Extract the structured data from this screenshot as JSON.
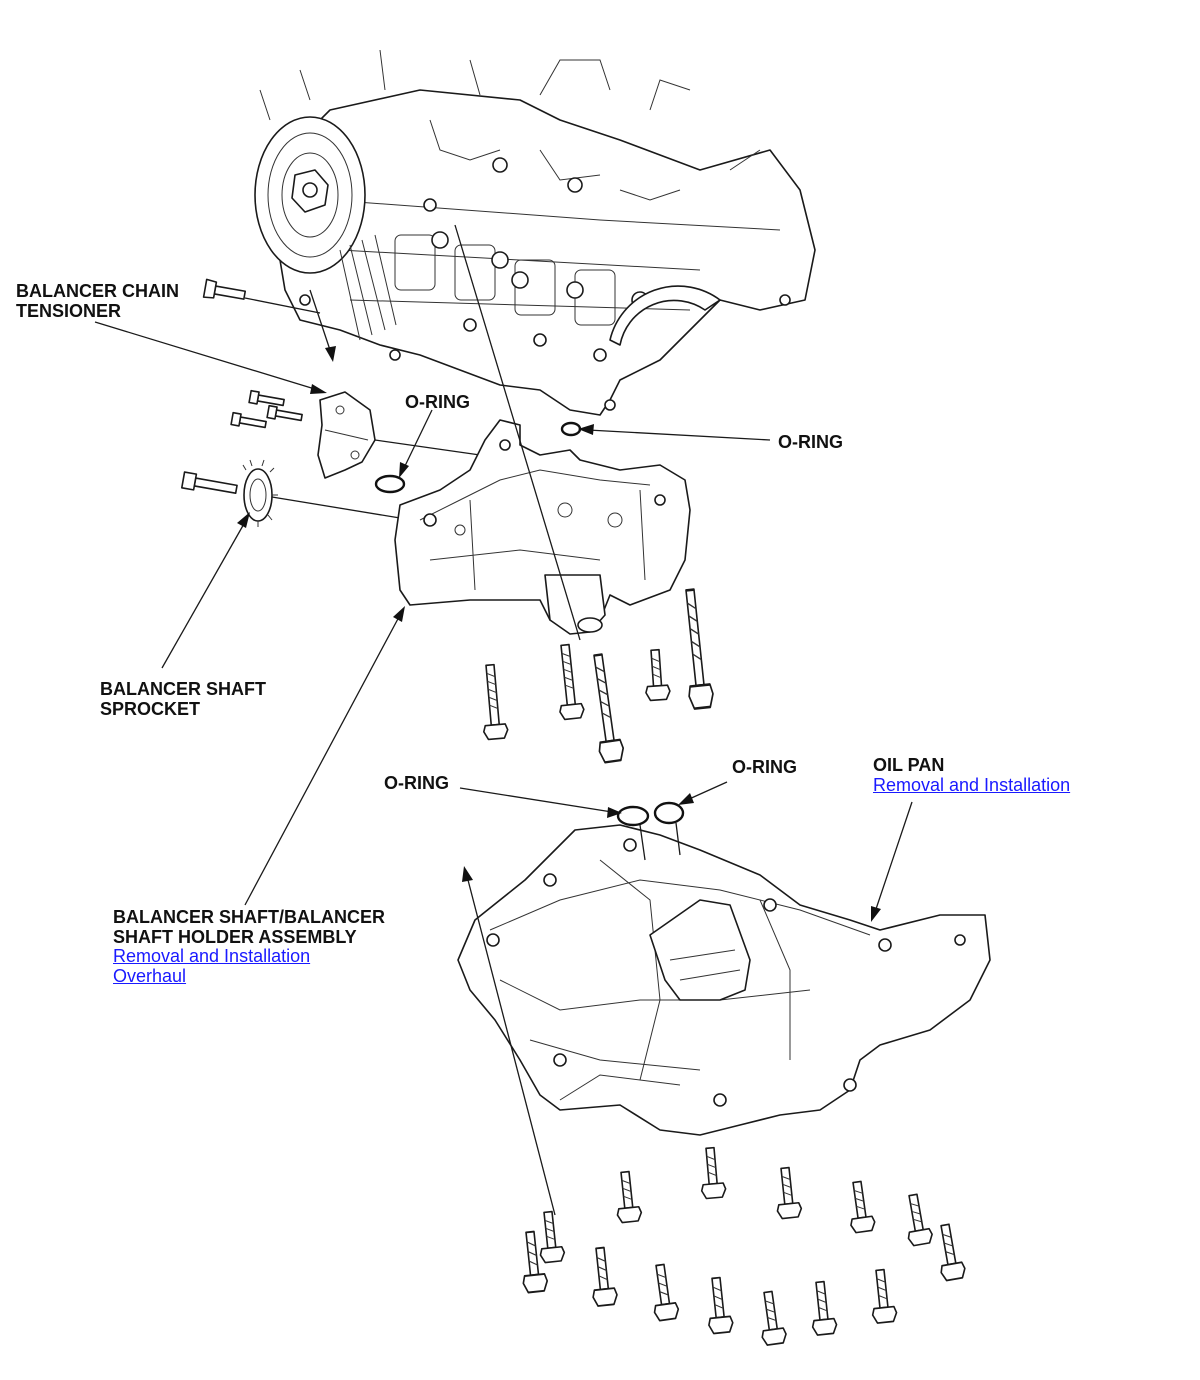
{
  "labels": {
    "tensioner_line1": "BALANCER CHAIN",
    "tensioner_line2": "TENSIONER",
    "sprocket_line1": "BALANCER SHAFT",
    "sprocket_line2": "SPROCKET",
    "oring_a": "O-RING",
    "oring_b": "O-RING",
    "oring_c": "O-RING",
    "oring_d": "O-RING",
    "oil_pan": "OIL PAN",
    "holder_line1": "BALANCER SHAFT/BALANCER",
    "holder_line2": "SHAFT HOLDER ASSEMBLY"
  },
  "links": {
    "oil_pan_removal": "Removal and Installation",
    "holder_removal": "Removal and Installation",
    "holder_overhaul": "Overhaul"
  },
  "colors": {
    "link": "#1a1aff",
    "line": "#1a1a1a",
    "text": "#111111"
  }
}
